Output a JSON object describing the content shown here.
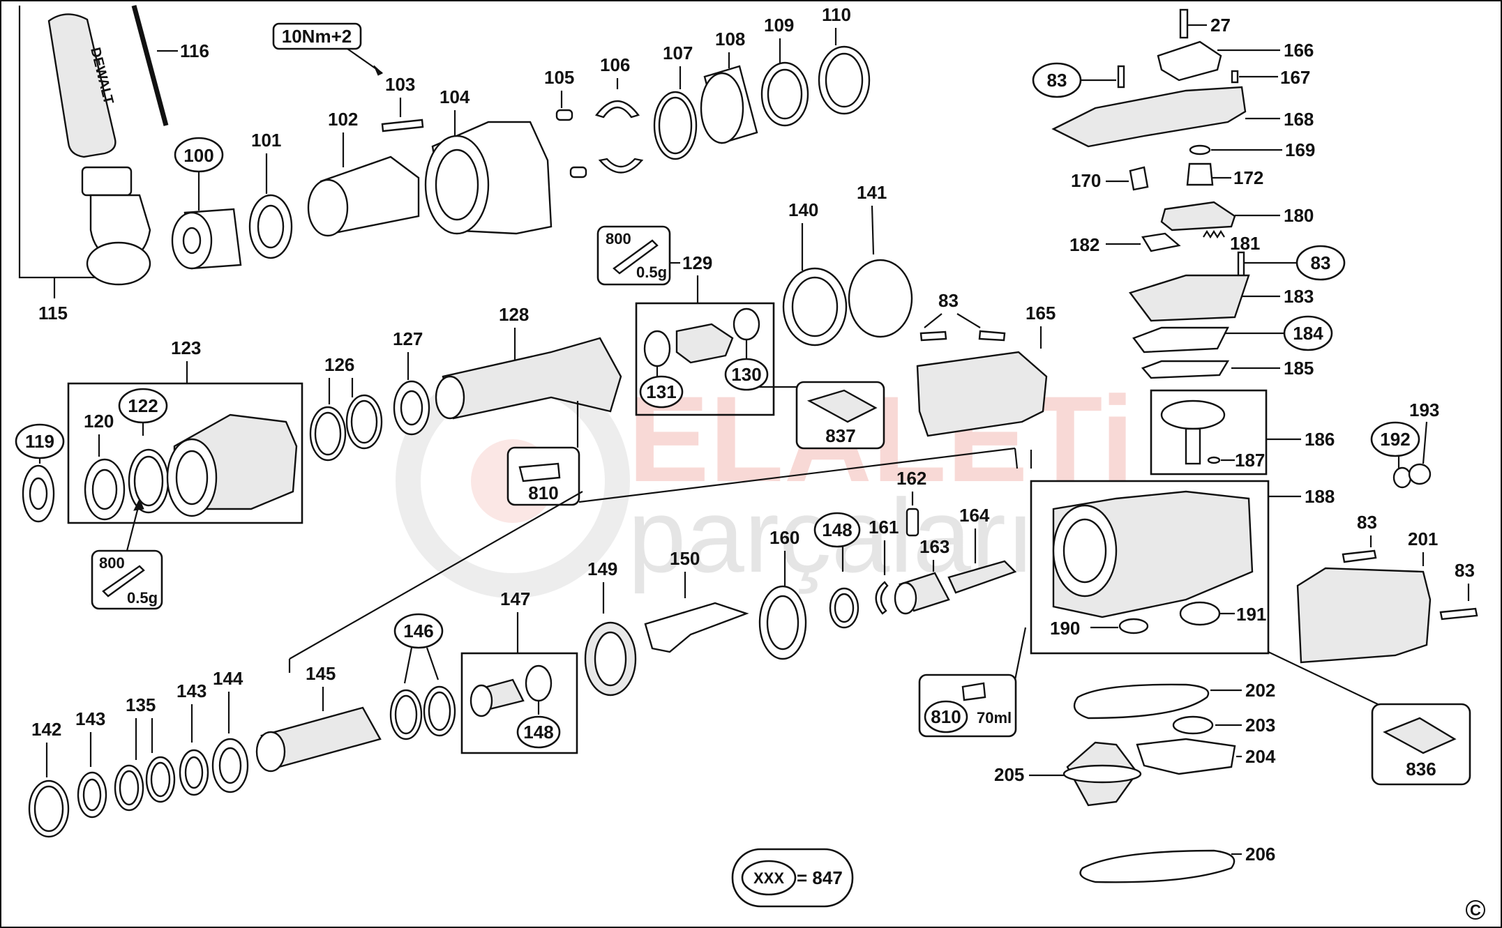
{
  "diagram": {
    "torque_note": "10Nm+2",
    "grease_qty": "0.5g",
    "grease_code": "800",
    "oil_qty": "70ml",
    "legend_key": "XXX",
    "legend_value": "= 847",
    "corner_mark": "C",
    "brand_label": "DEWALT",
    "watermark": {
      "line1": "ELALETi",
      "line2": "parçaları"
    },
    "labels": {
      "p115": "115",
      "p116": "116",
      "p100": "100",
      "p101": "101",
      "p102": "102",
      "p103": "103",
      "p104": "104",
      "p105": "105",
      "p106": "106",
      "p107": "107",
      "p108": "108",
      "p109": "109",
      "p110": "110",
      "p27": "27",
      "p166": "166",
      "p83a": "83",
      "p167": "167",
      "p168": "168",
      "p169": "169",
      "p170": "170",
      "p172": "172",
      "p180": "180",
      "p182": "182",
      "p181": "181",
      "p83b": "83",
      "p183": "183",
      "p184": "184",
      "p185": "185",
      "p186": "186",
      "p187": "187",
      "p192": "192",
      "p193": "193",
      "p188": "188",
      "p83c": "83",
      "p201": "201",
      "p83d": "83",
      "p190": "190",
      "p191": "191",
      "p836": "836",
      "p202": "202",
      "p203": "203",
      "p204": "204",
      "p205": "205",
      "p206": "206",
      "p129": "129",
      "p140": "140",
      "p141": "141",
      "p83e": "83",
      "p165": "165",
      "p131": "131",
      "p130": "130",
      "p837": "837",
      "p123": "123",
      "p120": "120",
      "p122": "122",
      "p119": "119",
      "p126": "126",
      "p127": "127",
      "p128": "128",
      "p810a": "810",
      "p162": "162",
      "p148a": "148",
      "p161": "161",
      "p160": "160",
      "p163": "163",
      "p164": "164",
      "p149": "149",
      "p150": "150",
      "p147": "147",
      "p148b": "148",
      "p146": "146",
      "p145": "145",
      "p142": "142",
      "p143a": "143",
      "p135": "135",
      "p143b": "143",
      "p144": "144",
      "p810b": "810"
    }
  }
}
